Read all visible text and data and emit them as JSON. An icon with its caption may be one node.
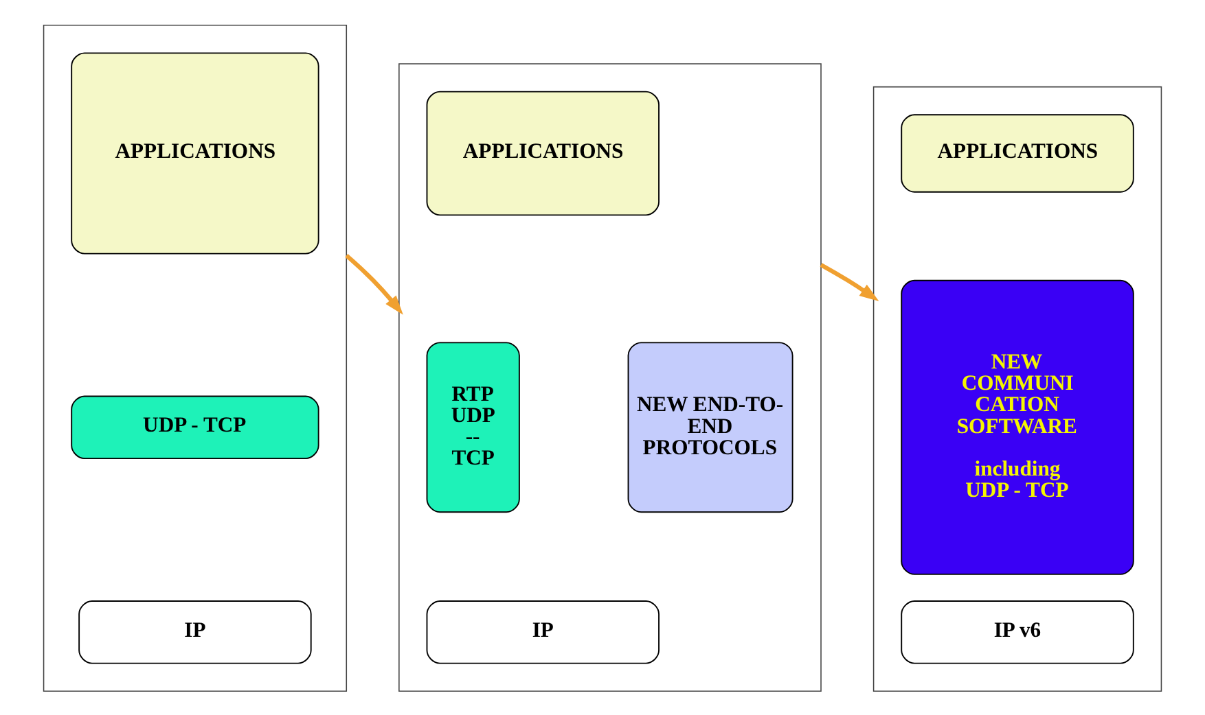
{
  "diagram": {
    "nodes": [
      {
        "text": [],
        "shape": "box"
      },
      {
        "text": [
          "APPLICATIONS"
        ],
        "in": 0
      },
      {
        "text": [
          "UDP - TCP"
        ],
        "in": 0
      },
      {
        "text": [
          "IP"
        ],
        "in": 0
      },
      {
        "text": [],
        "shape": "box"
      },
      {
        "text": [
          "APPLICATIONS"
        ],
        "in": 4
      },
      {
        "text": [
          "RTP UDP -- TCP"
        ],
        "in": 4
      },
      {
        "text": [
          "NEW END-TO-END PROTOCOLS"
        ],
        "in": 4
      },
      {
        "text": [
          "IP"
        ],
        "in": 4
      },
      {
        "text": [],
        "shape": "box"
      },
      {
        "text": [
          "APPLICATIONS"
        ],
        "in": 9
      },
      {
        "text": [
          "NEW COMMUNI CATION SOFTWARE",
          "including UDP - TCP"
        ],
        "in": 9
      },
      {
        "text": [
          "IP v6"
        ],
        "in": 9
      }
    ],
    "edges": [
      {
        "from": 0,
        "to": 4,
        "arrow": "to"
      },
      {
        "from": 4,
        "to": 9,
        "arrow": "to"
      }
    ]
  }
}
